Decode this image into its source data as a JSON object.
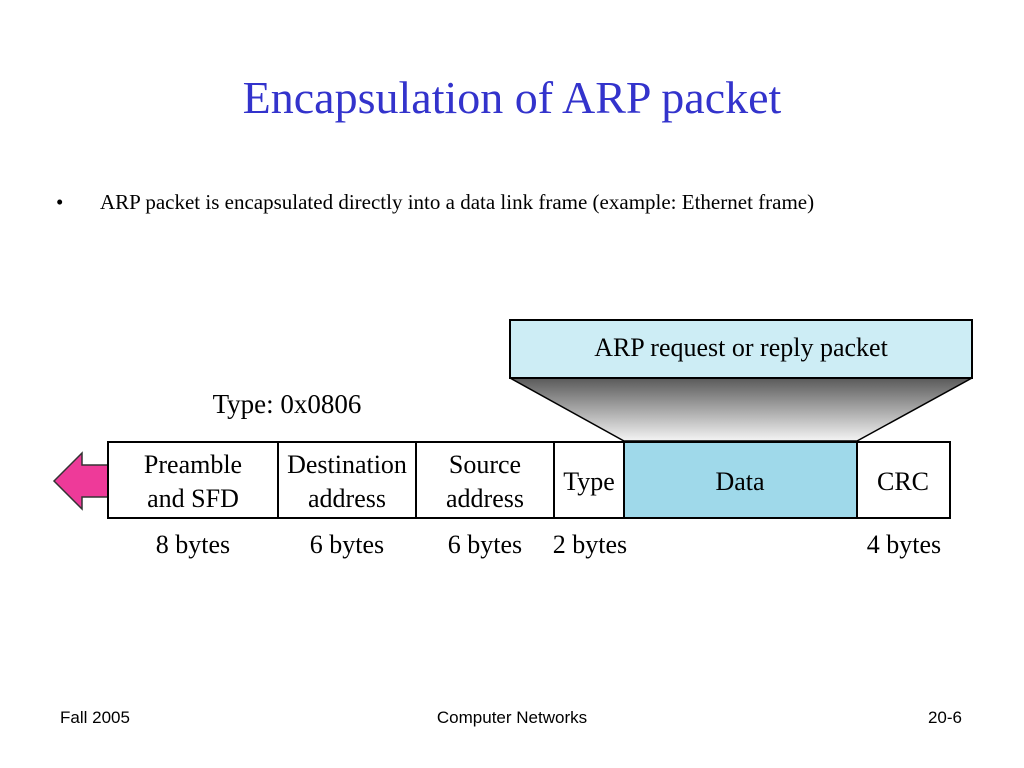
{
  "slide": {
    "title": "Encapsulation of ARP packet",
    "bullet_mark": "•",
    "bullet_text": "ARP packet is encapsulated directly into a data link frame (example: Ethernet frame)"
  },
  "diagram": {
    "arp_box_label": "ARP request or reply packet",
    "type_label": "Type: 0x0806",
    "fields": [
      {
        "line1": "Preamble",
        "line2": "and SFD",
        "size": "8 bytes"
      },
      {
        "line1": "Destination",
        "line2": "address",
        "size": "6 bytes"
      },
      {
        "line1": "Source",
        "line2": "address",
        "size": "6 bytes"
      },
      {
        "line1": "Type",
        "line2": "",
        "size": "2 bytes"
      },
      {
        "line1": "Data",
        "line2": "",
        "size": ""
      },
      {
        "line1": "CRC",
        "line2": "",
        "size": "4 bytes"
      }
    ],
    "colors": {
      "arp_box_fill": "#cdedf5",
      "data_fill": "#9fd9ea",
      "arrow_fill": "#ee3a99",
      "title_color": "#3333cc"
    }
  },
  "footer": {
    "left": "Fall 2005",
    "center": "Computer Networks",
    "right": "20-6"
  }
}
